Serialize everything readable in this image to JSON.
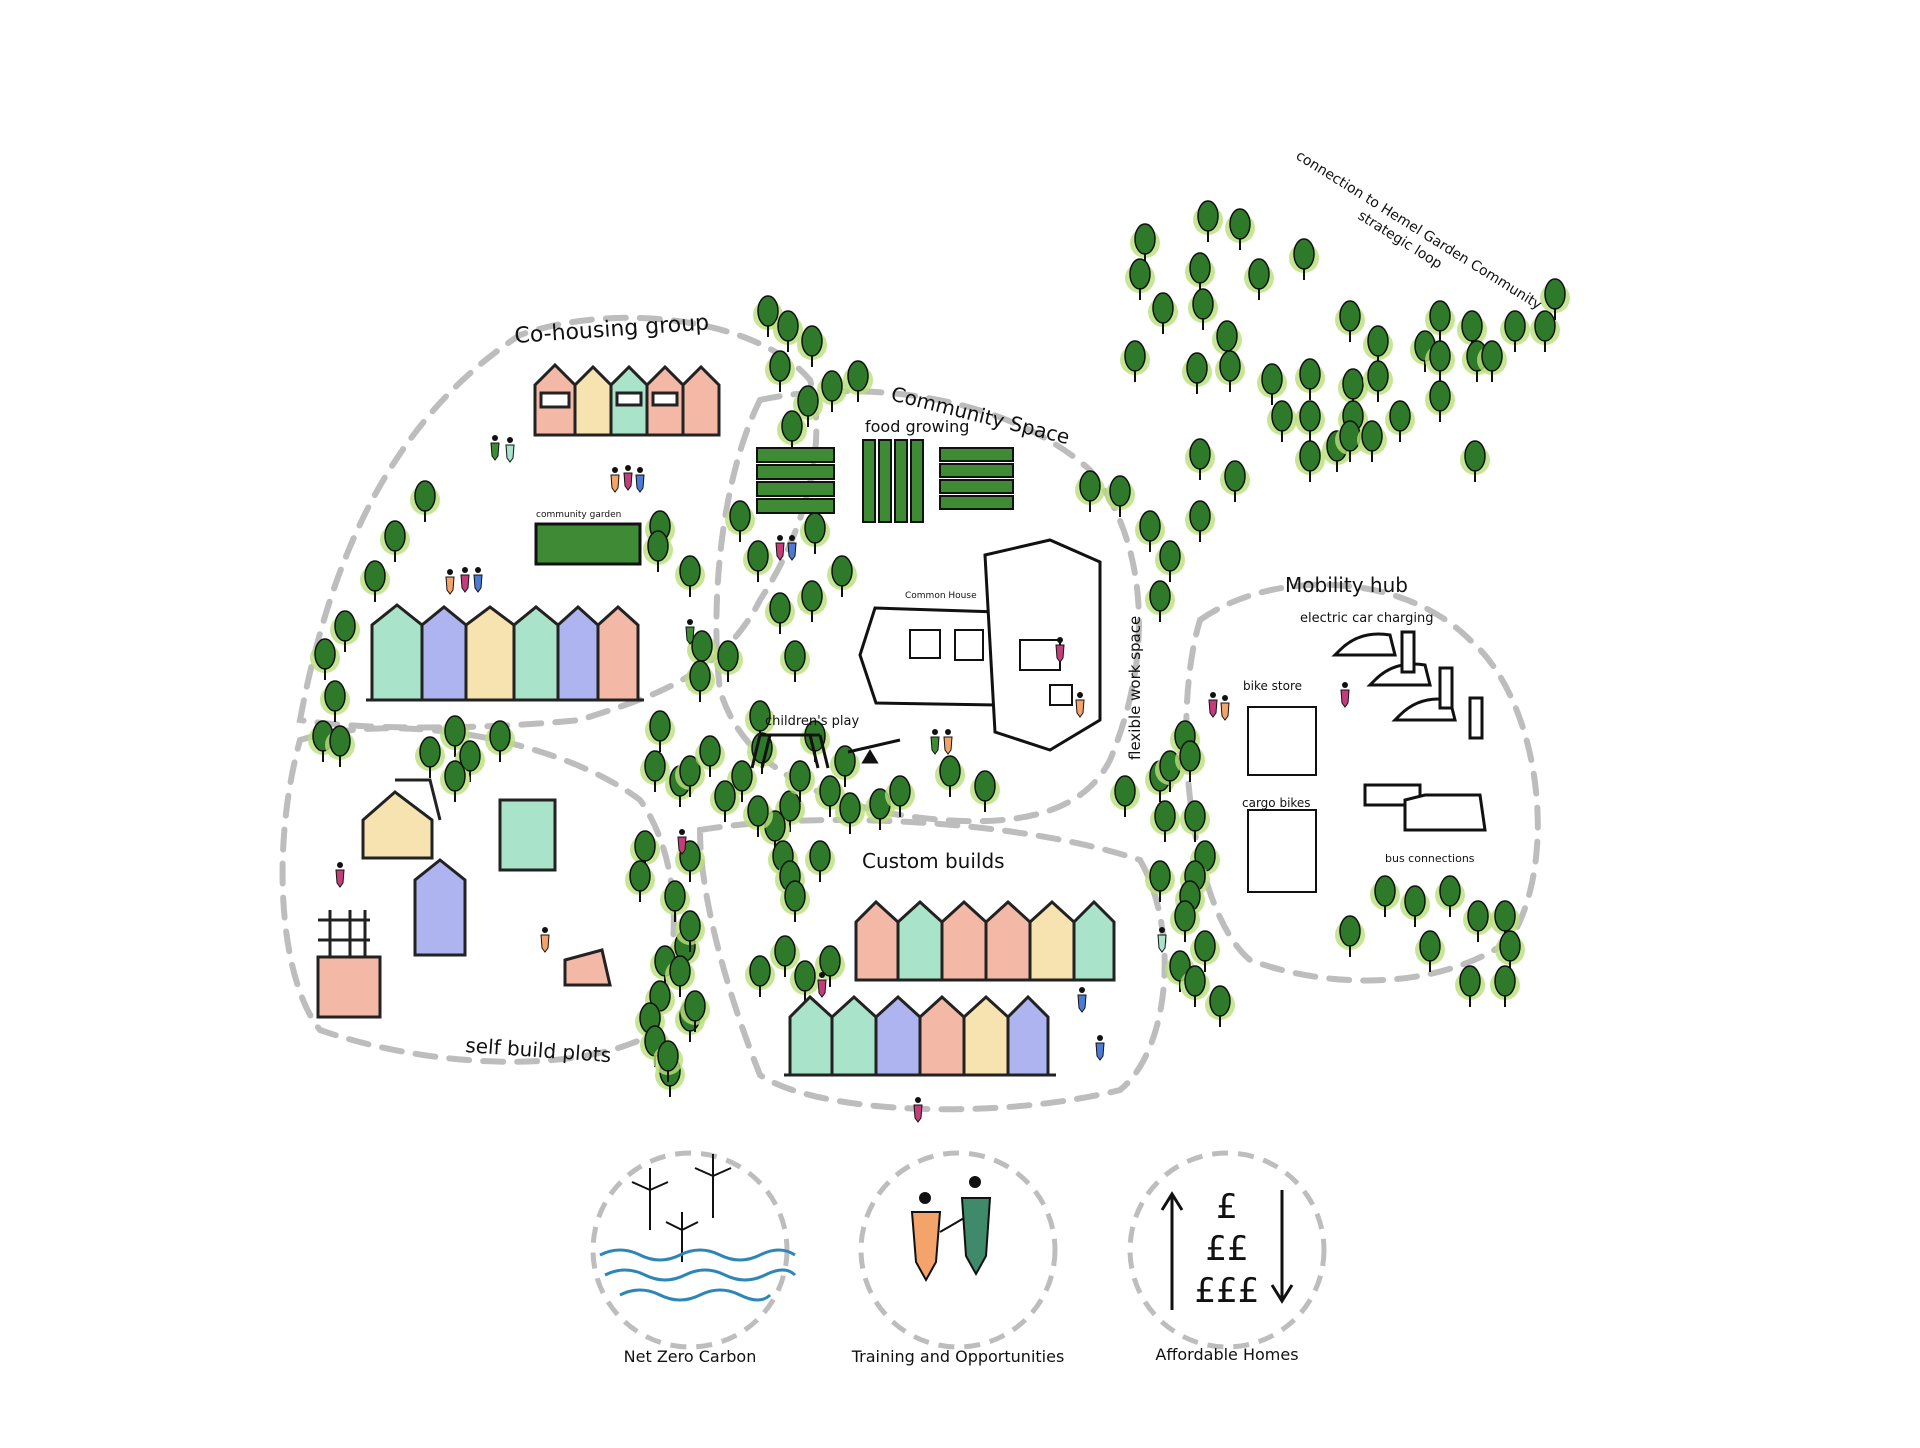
{
  "labels": {
    "cohousing": "Co-housing group",
    "community_space": "Community Space",
    "food_growing": "food growing",
    "community_garden": "community garden",
    "common_house": "Common House",
    "flexible_work": "flexible work space",
    "childrens_play": "children's play",
    "mobility_hub": "Mobility hub",
    "ev_charging": "electric car charging",
    "bike_store": "bike store",
    "cargo_bikes": "cargo bikes",
    "bus_connections": "bus connections",
    "custom_builds": "Custom builds",
    "self_build": "self build plots",
    "connection_line1": "connection to Hemel Garden Community",
    "connection_line2": "strategic loop"
  },
  "benefits": [
    {
      "label": "Net Zero Carbon",
      "icon": "wind-turbine-icon"
    },
    {
      "label": "Training and Opportunities",
      "icon": "people-icon"
    },
    {
      "label": "Affordable Homes",
      "icon": "pound-scale-icon"
    }
  ],
  "pound_symbol": "£",
  "colors": {
    "tree": "#2f7a2a",
    "tree_light": "#b9e07a",
    "dash": "#bdbdbd",
    "pink": "#f4b9a6",
    "yellow": "#f7e3b0",
    "mint": "#a9e3c9",
    "lavender": "#aeb4ef",
    "green_field": "#3f8a35",
    "water": "#2e86b8"
  }
}
